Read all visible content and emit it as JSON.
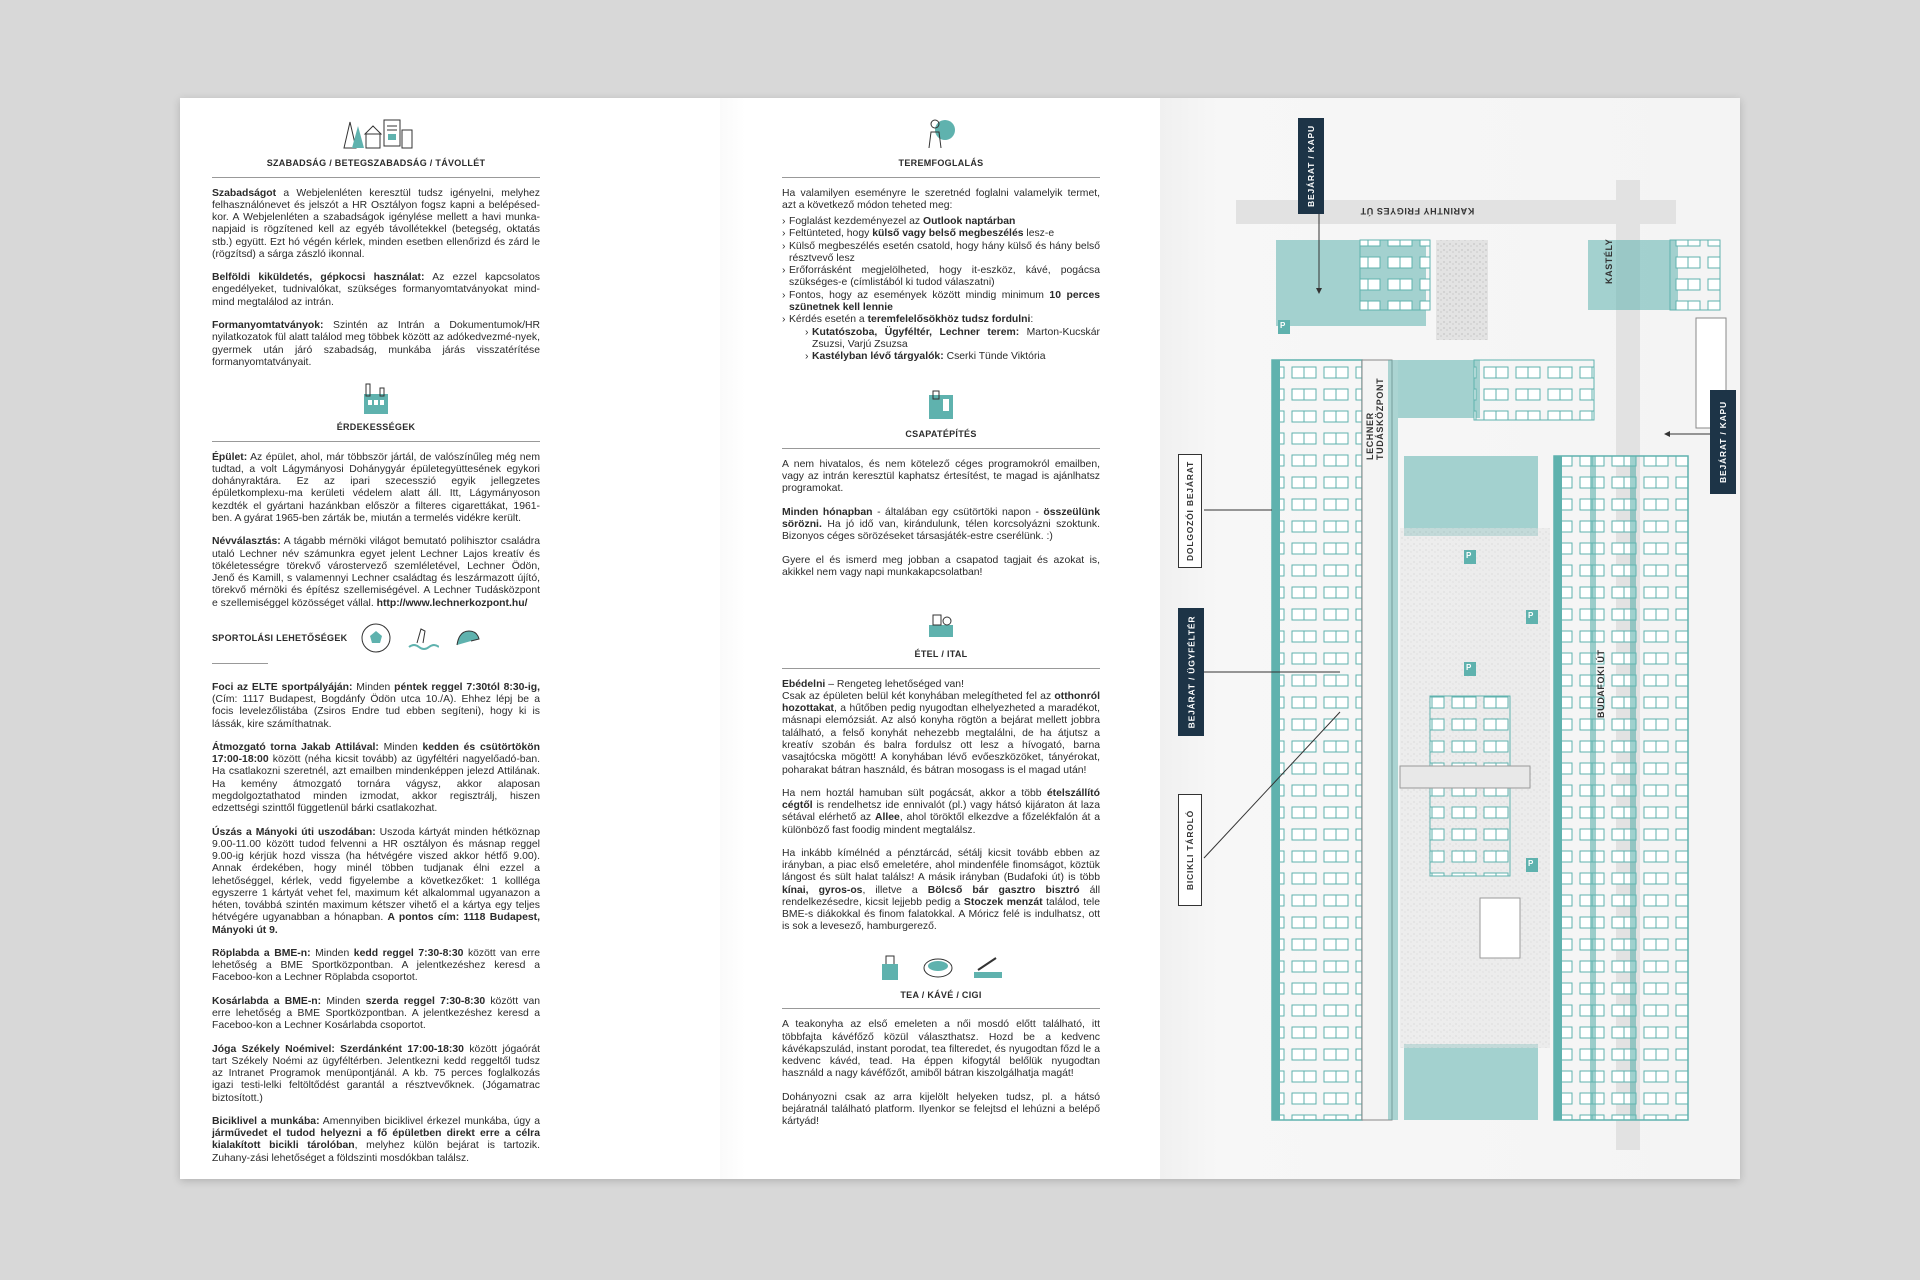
{
  "colors": {
    "accent": "#5fb2ae",
    "navy": "#1d3447",
    "bg": "#d8d8d8"
  },
  "left": {
    "szabadsag": {
      "icon": "forest-house-document-icon",
      "title": "SZABADSÁG / BETEGSZABADSÁG / TÁVOLLÉT",
      "p1_b": "Szabadságot",
      "p1": "a Webjelenléten keresztül tudsz igényelni, melyhez felhasználónevet és jelszót a HR Osztályon fogsz kapni a belépésed-kor. A Webjelenléten a szabadságok igénylése mellett a havi munka-napjaid is rögzítened kell az egyéb távollétekkel (betegség, oktatás stb.) együtt. Ezt hó végén kérlek, minden esetben ellenőrizd és zárd le (rögzítsd) a sárga zászló ikonnal.",
      "p2_b": "Belföldi kiküldetés, gépkocsi használat:",
      "p2": "Az ezzel kapcsolatos engedélyeket, tudnivalókat, szükséges formanyomtatványokat mind-mind megtalálod az intrán.",
      "p3_b": "Formanyomtatványok:",
      "p3": "Szintén az Intrán a Dokumentumok/HR nyilatkozatok fül alatt találod meg többek között az adókedvezmé-nyek, gyermek után járó szabadság, munkába járás visszatérítése formanyomtatványait."
    },
    "erdekessegek": {
      "icon": "factory-icon",
      "title": "ÉRDEKESSÉGEK",
      "p1_b": "Épület:",
      "p1": "Az épület, ahol, már többször jártál, de valószínűleg még nem tudtad, a volt Lágymányosi Dohánygyár épületegyüttesének egykori dohányraktára. Ez az ipari szecesszió egyik jellegzetes épületkomplexu-ma kerületi védelem alatt áll. Itt, Lágymányoson kezdték el gyártani hazánkban először a filteres cigarettákat, 1961-ben. A gyárat 1965-ben zárták be, miután a termelés vidékre került.",
      "p2_b": "Névválasztás:",
      "p2": "A tágabb mérnöki világot bemutató polihisztor családra utaló Lechner név számunkra egyet jelent Lechner Lajos kreatív és tökéletességre törekvő várostervező szemléletével, Lechner Ödön, Jenő és Kamill, s valamennyi Lechner családtag és leszármazott újító, törekvő mérnöki és építész szellemiségével. A Lechner Tudásközpont e szellemiséggel közösséget vállal.",
      "p2_link": "http://www.lechnerkozpont.hu/"
    },
    "sport": {
      "title": "SPORTOLÁSI LEHETŐSÉGEK",
      "icons": [
        "football-icon",
        "swimming-icon",
        "strength-icon"
      ],
      "p1_b": "Foci az ELTE sportpályáján:",
      "p1_mid": "Minden",
      "p1_b2": "péntek reggel 7:30tól 8:30-ig,",
      "p1": "(Cím: 1117 Budapest, Bogdánfy Ödön utca 10./A). Ehhez lépj be a focis levelezőlistába (Zsiros Endre tud ebben segíteni), hogy ki is lássák, kire számíthatnak.",
      "p2_b": "Átmozgató torna Jakab Attilával:",
      "p2_mid": "Minden",
      "p2_b2": "kedden és csütörtökön 17:00-18:00",
      "p2": "között (néha kicsit tovább) az ügyféltéri nagyelőadó-ban. Ha csatlakozni szeretnél, azt emailben mindenképpen jelezd Attilának. Ha kemény átmozgató tornára vágysz, akkor alaposan megdolgoztathatod minden izmodat, akkor regisztrálj, hiszen edzettségi szinttől függetlenül bárki csatlakozhat.",
      "p3_b": "Úszás a Mányoki úti uszodában:",
      "p3": "Uszoda kártyát minden hétköznap 9.00-11.00 között tudod felvenni a HR osztályon és másnap reggel 9.00-ig kérjük hozd vissza (ha hétvégére viszed akkor hétfő 9.00). Annak érdekében, hogy minél többen tudjanak élni ezzel a lehetőséggel, kérlek, vedd figyelembe a következőket: 1 kollléga egyszerre 1 kártyát vehet fel, maximum két alkalommal ugyanazon a héten, továbbá szintén maximum kétszer vihető el a kártya egy teljes hétvégére ugyanabban a hónapban.",
      "p3_b2": "A pontos cím: 1118 Budapest, Mányoki út 9.",
      "p4_b": "Röplabda a BME-n:",
      "p4_mid": "Minden",
      "p4_b2": "kedd reggel 7:30-8:30",
      "p4": "között van erre lehetőség a BME Sportközpontban. A jelentkezéshez keresd a Faceboo-kon a Lechner Röplabda csoportot.",
      "p5_b": "Kosárlabda a BME-n:",
      "p5_mid": "Minden",
      "p5_b2": "szerda reggel 7:30-8:30",
      "p5": "között van erre lehetőség a BME Sportközpontban. A jelentkezéshez keresd a Faceboo-kon a Lechner Kosárlabda csoportot.",
      "p6_b": "Jóga Székely Noémivel: Szerdánként 17:00-18:30",
      "p6": "között jógaórát tart Székely Noémi az ügyféltérben. Jelentkezni kedd reggeltől tudsz az Intranet Programok menüpontjánál. A kb. 75 perces foglalkozás igazi testi-lelki feltöltődést garantál a résztvevőknek. (Jógamatrac biztosított.)",
      "p7_b": "Biciklivel a munkába:",
      "p7_a": "Amennyiben biciklivel érkezel munkába, úgy a",
      "p7_b2": "járművedet el tudod helyezni a fő épületben direkt erre a célra kialakított bicikli tárolóban",
      "p7": ", melyhez külön bejárat is tartozik. Zuhany-zási lehetőséget a földszinti mosdókban találsz."
    }
  },
  "mid": {
    "terem": {
      "icon": "presenter-icon",
      "title": "TEREMFOGLALÁS",
      "intro": "Ha valamilyen eseményre le szeretnéd foglalni valamelyik termet, azt a következő módon teheted meg:",
      "l1": "Foglalást kezdeményezel az",
      "l1_b": "Outlook naptárban",
      "l2": "Feltünteted, hogy",
      "l2_b": "külső vagy belső megbeszélés",
      "l2_end": "lesz-e",
      "l3": "Külső megbeszélés esetén csatold, hogy hány külső és hány belső résztvevő lesz",
      "l4": "Erőforrásként megjelölheted, hogy it-eszköz, kávé, pogácsa szükséges-e (címlistából ki tudod válaszatni)",
      "l5": "Fontos, hogy az események között mindig minimum",
      "l5_b": "10 perces szünetnek kell lennie",
      "l6": "Kérdés esetén a",
      "l6_b": "teremfelelősökhöz tudsz fordulni",
      "l6_end": ":",
      "s1_b": "Kutatószoba, Ügyféltér, Lechner terem:",
      "s1": "Marton-Kucskár Zsuzsi, Varjú Zsuzsa",
      "s2_b": "Kastélyban lévő tárgyalók:",
      "s2": "Cserki Tünde Viktória"
    },
    "csapat": {
      "icon": "team-building-icon",
      "title": "CSAPATÉPÍTÉS",
      "p1": "A nem hivatalos, és nem kötelező céges programokról emailben, vagy az intrán keresztül kaphatsz értesítést, te magad is ajánlhatsz programokat.",
      "p2_b": "Minden hónapban",
      "p2_mid": "- általában egy csütörtöki napon -",
      "p2_b2": "összeülünk sörözni.",
      "p2": "Ha jó idő van, kirándulunk, télen korcsolyázni szoktunk. Bizonyos céges sörözéseket társasjáték-estre cserélünk. :)",
      "p3": "Gyere el és ismerd meg jobban a csapatod tagjait és azokat is, akikkel nem vagy napi munkakapcsolatban!"
    },
    "etel": {
      "icon": "food-icon",
      "title": "ÉTEL / ITAL",
      "p1_b": "Ebédelni",
      "p1_a": "– Rengeteg lehetőséged van!",
      "p1_c": "Csak az épületen belül két konyhában melegítheted fel az",
      "p1_b2": "otthonról hozottakat",
      "p1": ", a hűtőben pedig nyugodtan elhelyezheted a maradékot, másnapi elemózsiát. Az alsó konyha rögtön a bejárat mellett jobbra található, a felső konyhát nehezebb megtalálni, de ha átjutsz a kreatív szobán és balra fordulsz ott lesz a hívogató, barna vasajtócska mögött! A konyhában lévő evőeszközöket, tányérokat, poharakat bátran használd, és bátran mosogass is el magad után!",
      "p2": "Ha nem hoztál hamuban sült pogácsát, akkor a több",
      "p2_b": "ételszállító cégtől",
      "p2_c": "is rendelhetsz ide ennivalót (pl.) vagy hátsó kijáraton át laza sétával elérhető az",
      "p2_b2": "Allee",
      "p2_d": ", ahol töröktől elkezdve a főzelékfalón át a különböző fast foodig mindent megtalálsz.",
      "p3": "Ha inkább kímélnéd a pénztárcád, sétálj kicsit tovább ebben az irányban, a piac első emeletére, ahol mindenféle finomságot, köztük lángost és sült halat találsz! A másik irányban (Budafoki út) is több",
      "p3_b": "kínai, gyros-os",
      "p3_c": ", illetve a",
      "p3_b2": "Bölcső bár gasztro bisztró",
      "p3_d": "áll rendelkezésedre, kicsit lejjebb pedig a",
      "p3_b3": "Stoczek menzát",
      "p3_e": "találod, tele BME-s diákokkal és finom falatokkal. A Móricz felé is indulhatsz, ott is sok a levesező, hamburgerező."
    },
    "tea": {
      "icons": [
        "teapot-icon",
        "coffee-cup-icon",
        "cigarette-icon"
      ],
      "title": "TEA / KÁVÉ / CIGI",
      "p1": "A teakonyha az első emeleten a női mosdó előtt található, itt többfajta kávéfőző közül választhatsz. Hozd be a kedvenc kávékapszulád, instant porodat, tea filteredet, és nyugodtan főzd le a kedvenc kávéd, tead. Ha éppen kifogytál belőlük nyugodtan használd a nagy kávéfőzőt, amiből bátran kiszolgálhatja magát!",
      "p2": "Dohányozni csak az arra kijelölt helyeken tudsz, pl. a hátsó bejáratnál található platform. Ilyenkor se felejtsd el lehúzni a belépő kártyád!"
    }
  },
  "map": {
    "street_top": "KARINTHY FRIGYES ÚT",
    "street_right": "BUDAFOKI ÚT",
    "gate_top": "BEJÁRAT / KAPU",
    "gate_right": "BEJÁRAT / KAPU",
    "worker_entrance": "DOLGOZÓI BEJÁRAT",
    "client_entrance": "BEJÁRAT / ÜGYFÉLTÉR",
    "bike_storage": "BICIKLI TÁROLÓ",
    "castle": "KASTÉLY",
    "lechner_1": "LECHNER",
    "lechner_2": "TUDÁSKÖZPONT",
    "parking": "P"
  }
}
